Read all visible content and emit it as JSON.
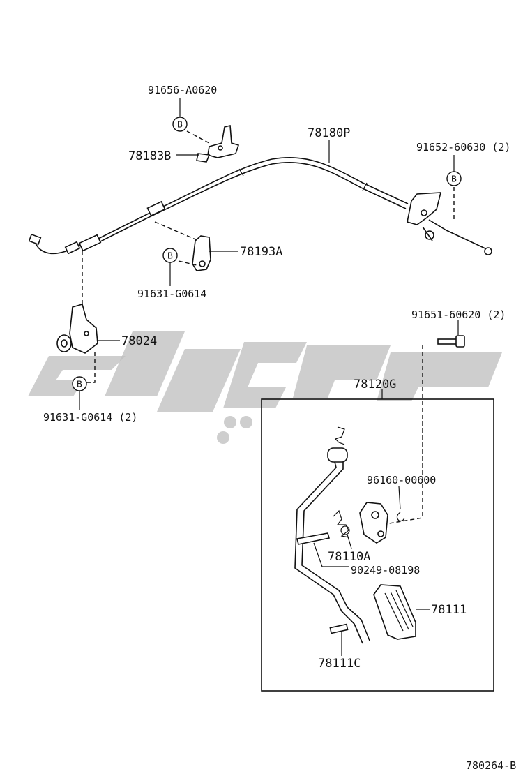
{
  "labels": {
    "p91656_a0620": "91656-A0620",
    "p78183b": "78183B",
    "p78180p": "78180P",
    "p91652_60630": "91652-60630 (2)",
    "p78193a": "78193A",
    "p91631_g0614_a": "91631-G0614",
    "p78024": "78024",
    "p91631_g0614_b": "91631-G0614 (2)",
    "p91651_60620": "91651-60620 (2)",
    "p78120g": "78120G",
    "p96160_00600": "96160-00600",
    "p78110a": "78110A",
    "p90249_08198": "90249-08198",
    "p78111": "78111",
    "p78111c": "78111C",
    "diagram_code": "780264-B"
  },
  "callout_letter": "B"
}
